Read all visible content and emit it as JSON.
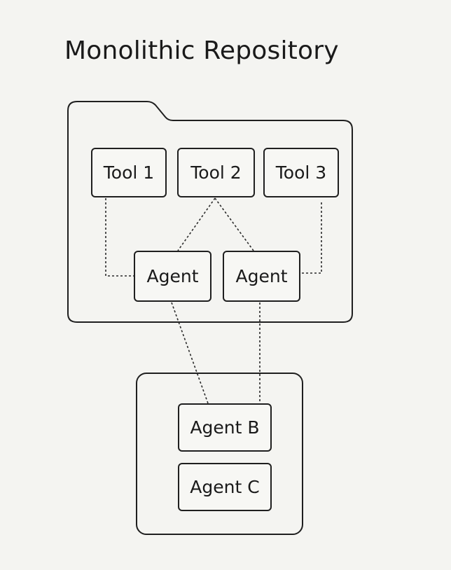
{
  "title": "Monolithic Repository",
  "repository": {
    "tools": [
      {
        "label": "Tool 1"
      },
      {
        "label": "Tool 2"
      },
      {
        "label": "Tool 3"
      }
    ],
    "agents": [
      {
        "label": "Agent"
      },
      {
        "label": "Agent"
      }
    ]
  },
  "external": {
    "agents": [
      {
        "label": "Agent B"
      },
      {
        "label": "Agent C"
      }
    ]
  },
  "colors": {
    "background": "#f4f4f1",
    "stroke": "#1f1f1f"
  }
}
